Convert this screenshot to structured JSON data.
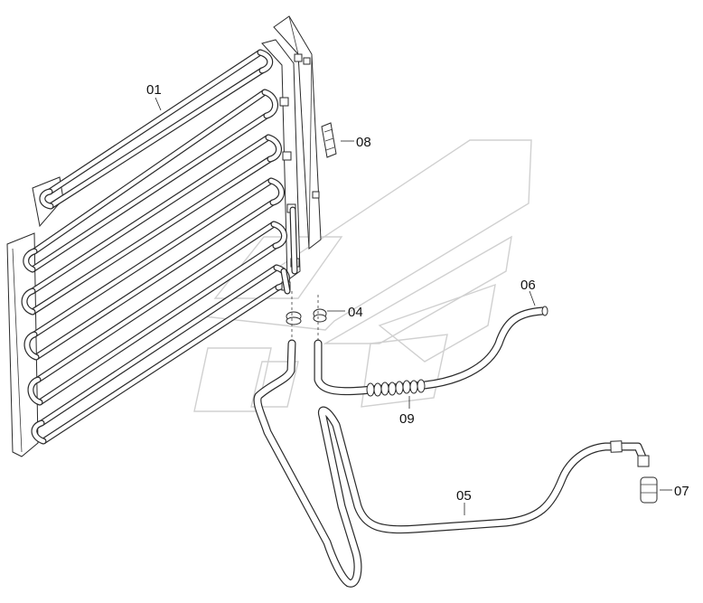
{
  "parts": [
    {
      "number": "01",
      "part": "condenser-core"
    },
    {
      "number": "04",
      "part": "hose-clamp"
    },
    {
      "number": "05",
      "part": "long-pipe"
    },
    {
      "number": "06",
      "part": "pipe-end"
    },
    {
      "number": "07",
      "part": "end-fitting"
    },
    {
      "number": "08",
      "part": "rubber-pad"
    },
    {
      "number": "09",
      "part": "flexible-hose"
    }
  ]
}
